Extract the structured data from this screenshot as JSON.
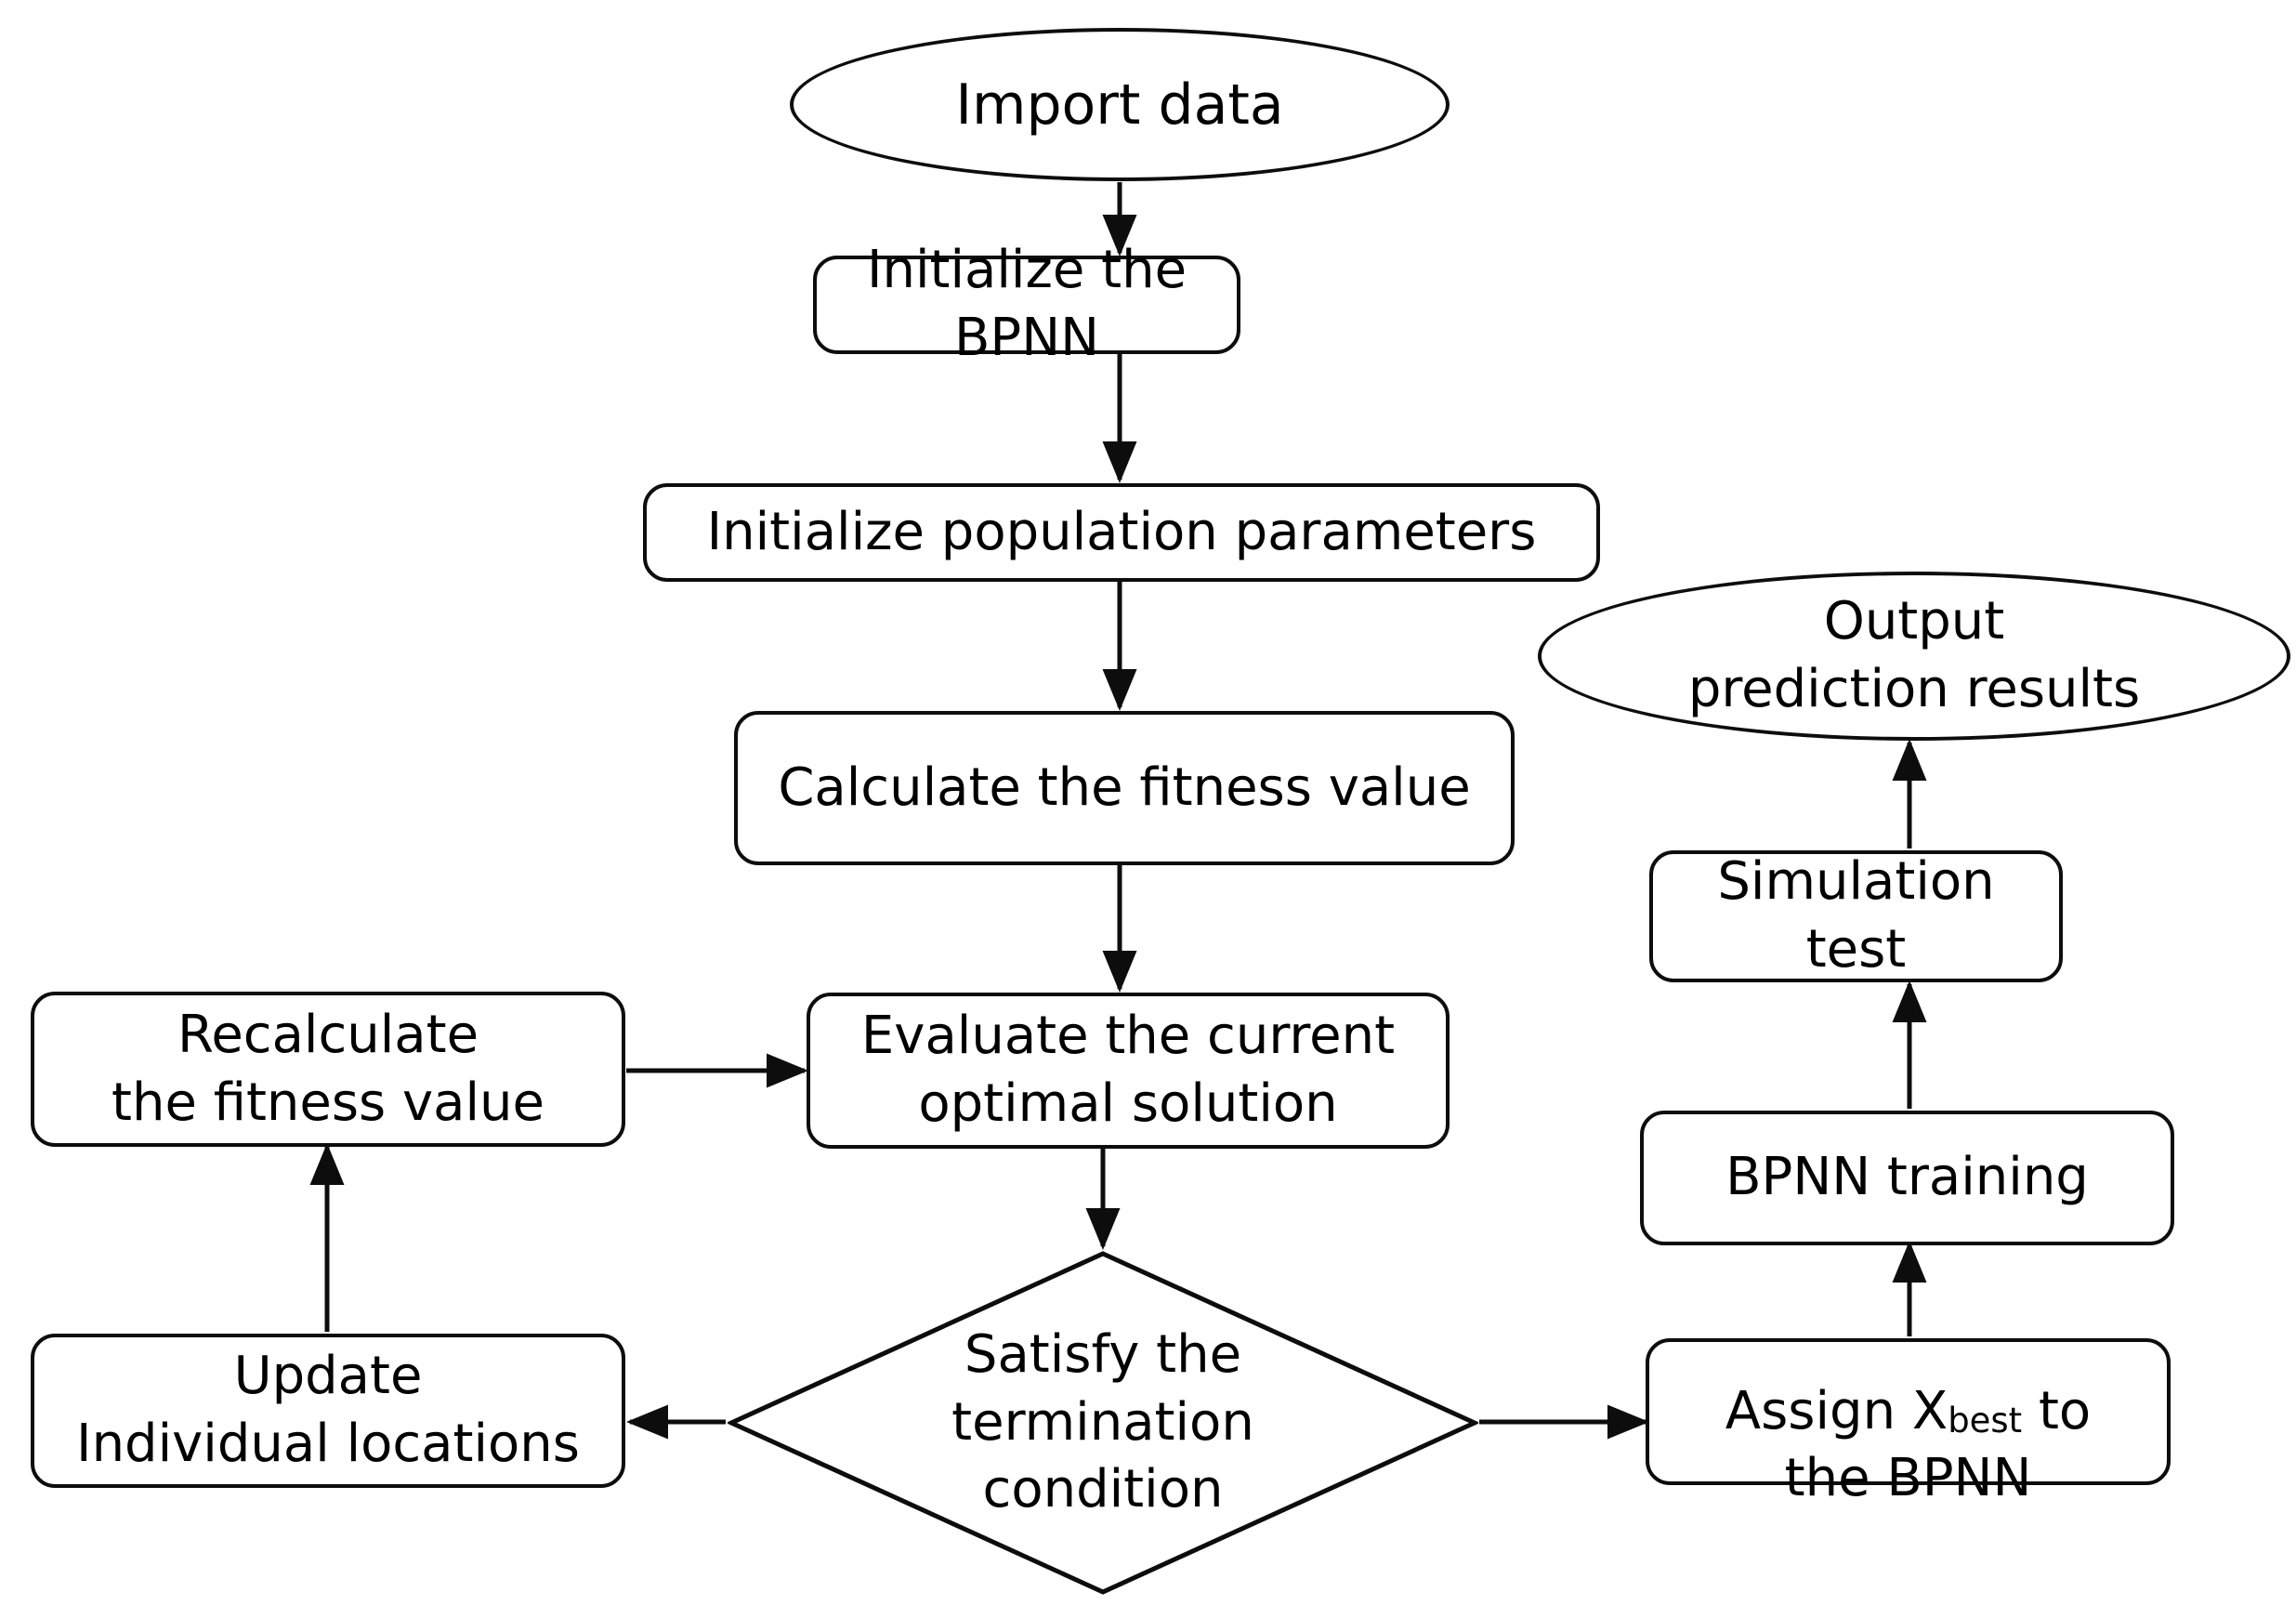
{
  "diagram": {
    "title": "BPNN optimization flowchart",
    "stroke_color": "#0d0d0d",
    "fill_color": "#ffffff",
    "text_color": "#000000",
    "nodes": {
      "import_data": {
        "label": "Import data",
        "shape": "terminator"
      },
      "init_bpnn": {
        "label": "Initialize the BPNN",
        "shape": "process"
      },
      "init_population": {
        "label": "Initialize population parameters",
        "shape": "process"
      },
      "calc_fitness": {
        "label": "Calculate the fitness value",
        "shape": "process"
      },
      "evaluate_optimal": {
        "label": "Evaluate the current\noptimal solution",
        "shape": "process"
      },
      "recalculate_fitness": {
        "label": "Recalculate\nthe fitness value",
        "shape": "process"
      },
      "update_locations": {
        "label": "Update\nIndividual locations",
        "shape": "process"
      },
      "termination_decision": {
        "label": "Satisfy the\ntermination\ncondition",
        "shape": "decision"
      },
      "assign_xbest": {
        "label_prefix": "Assign X",
        "label_subscript": "best",
        "label_suffix": " to\nthe BPNN",
        "shape": "process"
      },
      "bpnn_training": {
        "label": "BPNN training",
        "shape": "process"
      },
      "simulation_test": {
        "label": "Simulation test",
        "shape": "process"
      },
      "output_results": {
        "label": "Output\nprediction results",
        "shape": "terminator"
      }
    },
    "edges": [
      {
        "from": "import_data",
        "to": "init_bpnn",
        "label": ""
      },
      {
        "from": "init_bpnn",
        "to": "init_population",
        "label": ""
      },
      {
        "from": "init_population",
        "to": "calc_fitness",
        "label": ""
      },
      {
        "from": "calc_fitness",
        "to": "evaluate_optimal",
        "label": ""
      },
      {
        "from": "recalculate_fitness",
        "to": "evaluate_optimal",
        "label": ""
      },
      {
        "from": "evaluate_optimal",
        "to": "termination_decision",
        "label": ""
      },
      {
        "from": "termination_decision",
        "to": "update_locations",
        "label": ""
      },
      {
        "from": "update_locations",
        "to": "recalculate_fitness",
        "label": ""
      },
      {
        "from": "termination_decision",
        "to": "assign_xbest",
        "label": ""
      },
      {
        "from": "assign_xbest",
        "to": "bpnn_training",
        "label": ""
      },
      {
        "from": "bpnn_training",
        "to": "simulation_test",
        "label": ""
      },
      {
        "from": "simulation_test",
        "to": "output_results",
        "label": ""
      }
    ]
  }
}
